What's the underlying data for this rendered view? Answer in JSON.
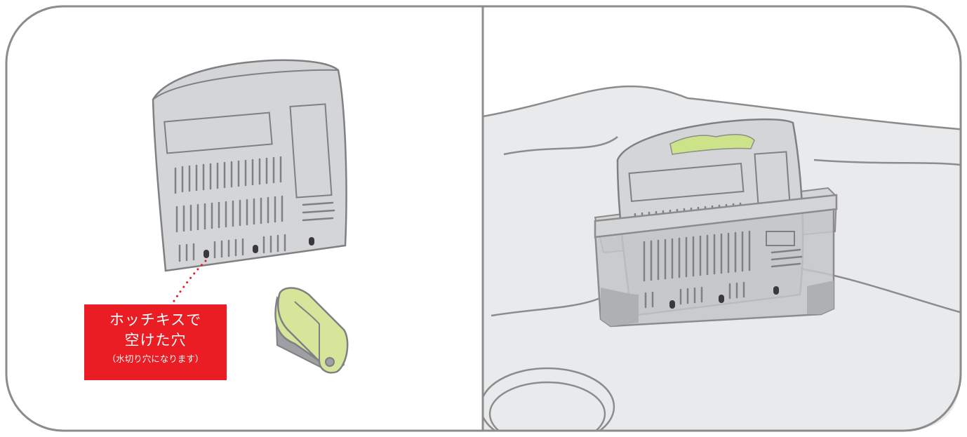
{
  "left_panel": {
    "callout": {
      "line1": "ホッチキスで",
      "line2": "空けた穴",
      "line3": "（水切り穴になります）"
    }
  },
  "colors": {
    "frame": "#8c8c8c",
    "paper_fill": "#d4d5d7",
    "paper_stroke": "#7f8083",
    "callout_bg": "#ea1c24",
    "stapler_green": "#d5e59a",
    "counter_bg": "#e9eaeb",
    "basket_mesh": "#c4c5c7",
    "lettuce": "#cde38a"
  }
}
